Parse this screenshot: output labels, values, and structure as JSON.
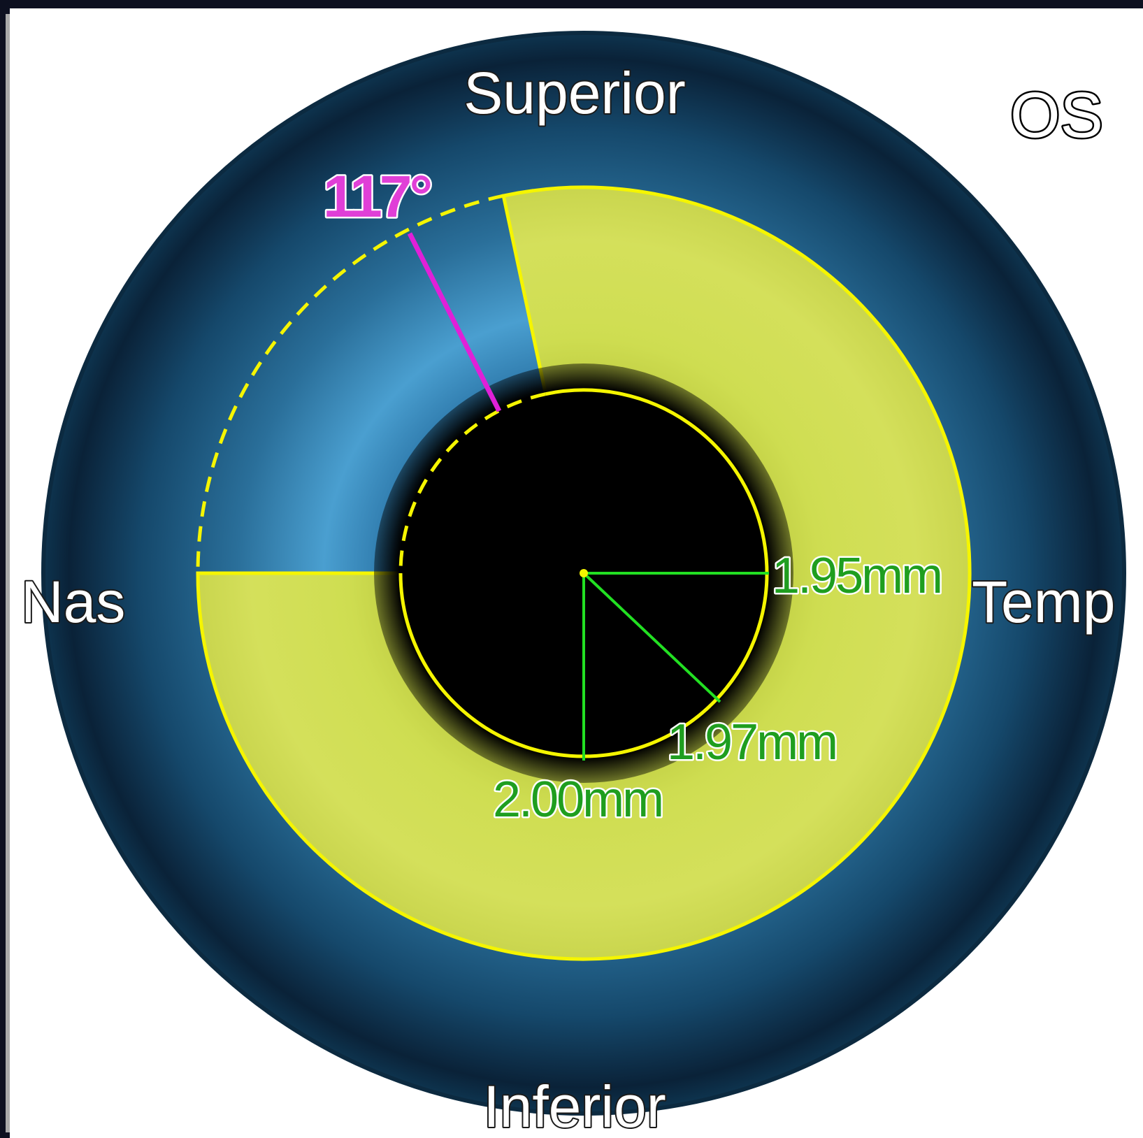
{
  "orientation": {
    "superior": "Superior",
    "inferior": "Inferior",
    "nasal": "Nas",
    "temporal": "Temp"
  },
  "eye": "OS",
  "angle_label": "117°",
  "measurements": {
    "horizontal": "1.95mm",
    "diagonal": "1.97mm",
    "vertical": "2.00mm"
  },
  "colors": {
    "iris_dark": "#0b2236",
    "iris_light": "#3f95c7",
    "pupil": "#000000",
    "zone_fill": "#d4e04c",
    "zone_border": "#f5f500",
    "measure_line": "#22e022",
    "angle_line": "#e020d8",
    "border": "#0d1020"
  }
}
